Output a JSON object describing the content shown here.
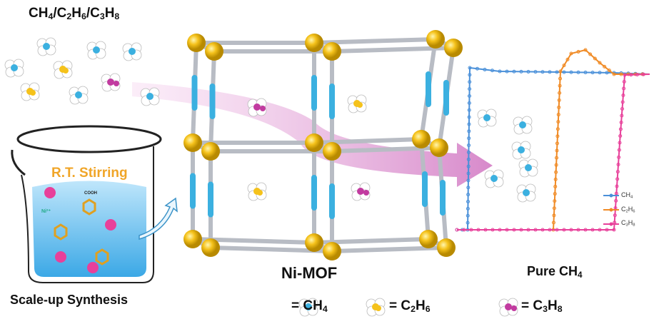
{
  "header": {
    "gases": {
      "a": "CH",
      "a_sub": "4",
      "b": "/C",
      "b_sub": "2",
      "c": "H",
      "c_sub": "6",
      "d": "/C",
      "d_sub": "3",
      "e": "H",
      "e_sub": "8"
    }
  },
  "beaker": {
    "label": "R.T. Stirring",
    "caption": "Scale-up Synthesis",
    "ion": "Ni²⁺",
    "group": "COOH"
  },
  "mof": {
    "label": "Ni-MOF"
  },
  "chart": {
    "caption_main": "Pure CH",
    "caption_sub": "4",
    "legend": [
      {
        "name": "CH",
        "sub": "4",
        "color": "#4a90d9"
      },
      {
        "name": "C",
        "sub": "2",
        "name2": "H",
        "sub2": "6",
        "color": "#f08a24"
      },
      {
        "name": "C",
        "sub": "3",
        "name2": "H",
        "sub2": "8",
        "color": "#e8409a"
      }
    ]
  },
  "key": [
    {
      "eq": "= CH",
      "sub": "4"
    },
    {
      "eq": "= C",
      "sub": "2",
      "mid": "H",
      "sub2": "6"
    },
    {
      "eq": "= C",
      "sub": "3",
      "mid": "H",
      "sub2": "8"
    }
  ],
  "colors": {
    "node": "#f5c21b",
    "linker": "#3bb0e0",
    "rod": "#b8bcc4",
    "arrow": "#e7a3d6"
  }
}
